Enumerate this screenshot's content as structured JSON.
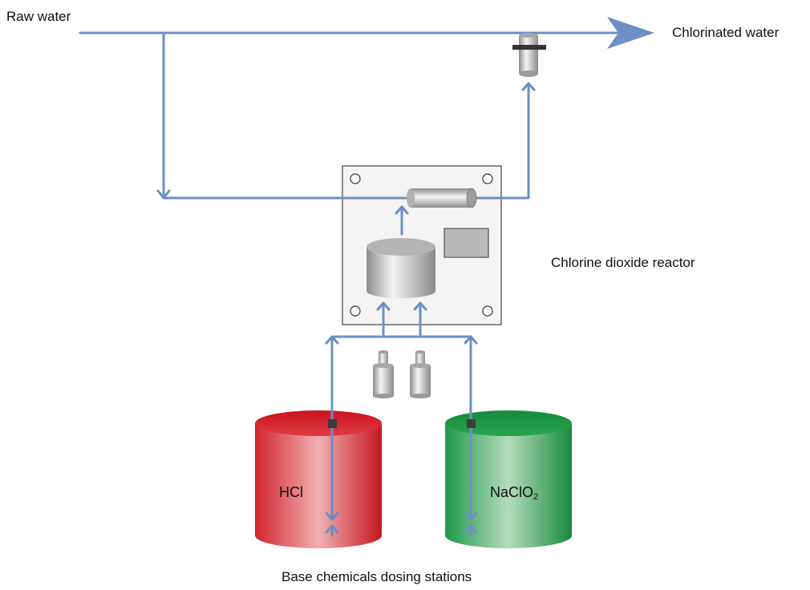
{
  "labels": {
    "raw_water": "Raw water",
    "chlorinated_water": "Chlorinated water",
    "reactor": "Chlorine dioxide reactor",
    "dosing_stations": "Base chemicals dosing stations"
  },
  "tanks": {
    "hcl": {
      "label": "HCl"
    },
    "naclo2": {
      "label_main": "NaClO",
      "label_sub": "2"
    }
  },
  "colors": {
    "pipe": "#6d8fc4",
    "hcl_tank": "#d3242e",
    "naclo2_tank": "#1f9a48",
    "reactor_panel": "#f4f4f4",
    "component_gray": "#bdbdbd"
  },
  "icons": [
    "flow-arrow-icon",
    "injector-icon",
    "pump-icon",
    "valve-icon"
  ]
}
